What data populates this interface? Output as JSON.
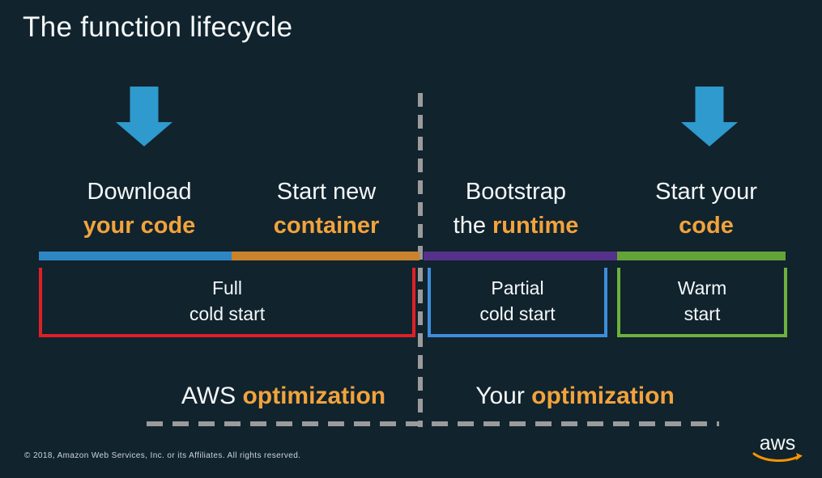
{
  "slide": {
    "title": "The function lifecycle"
  },
  "phases": [
    {
      "top": "Download",
      "bottom_white": "",
      "bottom_orange": "your code",
      "bar_color": "#2e86c4"
    },
    {
      "top": "Start new",
      "bottom_white": "",
      "bottom_orange": "container",
      "bar_color": "#c8832c"
    },
    {
      "top": "Bootstrap",
      "bottom_white": "the ",
      "bottom_orange": "runtime",
      "bar_color": "#56318a"
    },
    {
      "top": "Start your",
      "bottom_white": "",
      "bottom_orange": "code",
      "bar_color": "#63a338"
    }
  ],
  "brackets": [
    {
      "line1": "Full",
      "line2": "cold start",
      "color": "#de2026"
    },
    {
      "line1": "Partial",
      "line2": "cold start",
      "color": "#3d8edc"
    },
    {
      "line1": "Warm",
      "line2": "start",
      "color": "#6cb23d"
    }
  ],
  "optimizations": [
    {
      "white": "AWS ",
      "orange": "optimization"
    },
    {
      "white": "Your ",
      "orange": "optimization"
    }
  ],
  "footer": {
    "copyright": "© 2018, Amazon Web Services, Inc. or its Affiliates. All rights reserved.",
    "logo_text": "aws"
  },
  "colors": {
    "background": "#11232d",
    "title_text": "#f4f8f9",
    "accent_orange": "#f2a33c",
    "arrow_blue": "#2e9acd",
    "bar_blue": "#2e86c4",
    "bar_orange": "#c8832c",
    "bar_purple": "#56318a",
    "bar_green": "#63a338",
    "bracket_red": "#de2026",
    "bracket_blue": "#3d8edc",
    "bracket_green": "#6cb23d",
    "dash_gray": "#9b9b9b",
    "logo_orange": "#f79400"
  }
}
